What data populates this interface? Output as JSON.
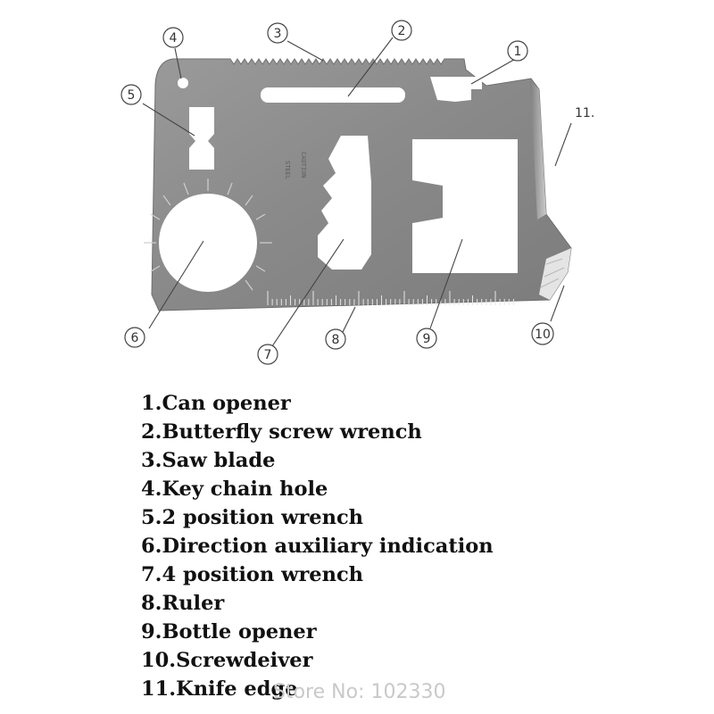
{
  "markers": [
    "1",
    "2",
    "3",
    "4",
    "5",
    "6",
    "7",
    "8",
    "9",
    "10",
    "11."
  ],
  "card_engraving": [
    "CAUTION",
    "STEEL"
  ],
  "legend": [
    "1.Can opener",
    "2.Butterfly screw wrench",
    "3.Saw blade",
    "4.Key chain hole",
    "5.2 position wrench",
    "6.Direction auxiliary indication",
    "7.4 position wrench",
    "8.Ruler",
    "9.Bottle opener",
    "10.Screwdeiver",
    "11.Knife edge"
  ],
  "watermark": "Store No: 102330"
}
